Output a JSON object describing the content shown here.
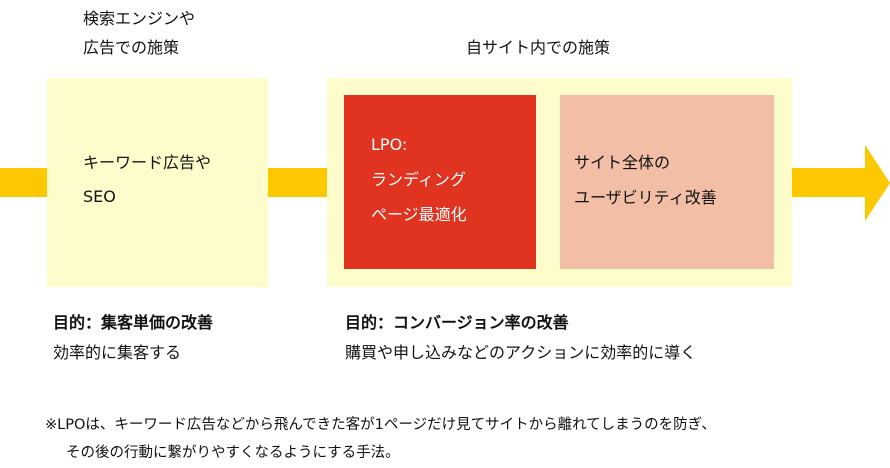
{
  "headers": {
    "external_line1": "検索エンジンや",
    "external_line2": "広告での施策",
    "internal": "自サイト内での施策"
  },
  "boxes": {
    "keyword": {
      "line1": "キーワード広告や",
      "line2": "SEO"
    },
    "lpo": {
      "line1": "LPO:",
      "line2": "ランディング",
      "line3": "ページ最適化"
    },
    "usability": {
      "line1": "サイト全体の",
      "line2": "ユーザビリティ改善"
    }
  },
  "goals": {
    "left": {
      "title": "目的：集客単価の改善",
      "desc": "効率的に集客する"
    },
    "right": {
      "title": "目的：コンバージョン率の改善",
      "desc": "購買や申し込みなどのアクションに効率的に導く"
    }
  },
  "footnote": {
    "line1": "※LPOは、キーワード広告などから飛んできた客が1ページだけ見てサイトから離れてしまうのを防ぎ、",
    "line2": "その後の行動に繋がりやすくなるようにする手法。"
  },
  "colors": {
    "arrow": "#fdc800",
    "box": "#fdfccb",
    "lpo": "#e03421",
    "usability": "#f2bea6"
  }
}
